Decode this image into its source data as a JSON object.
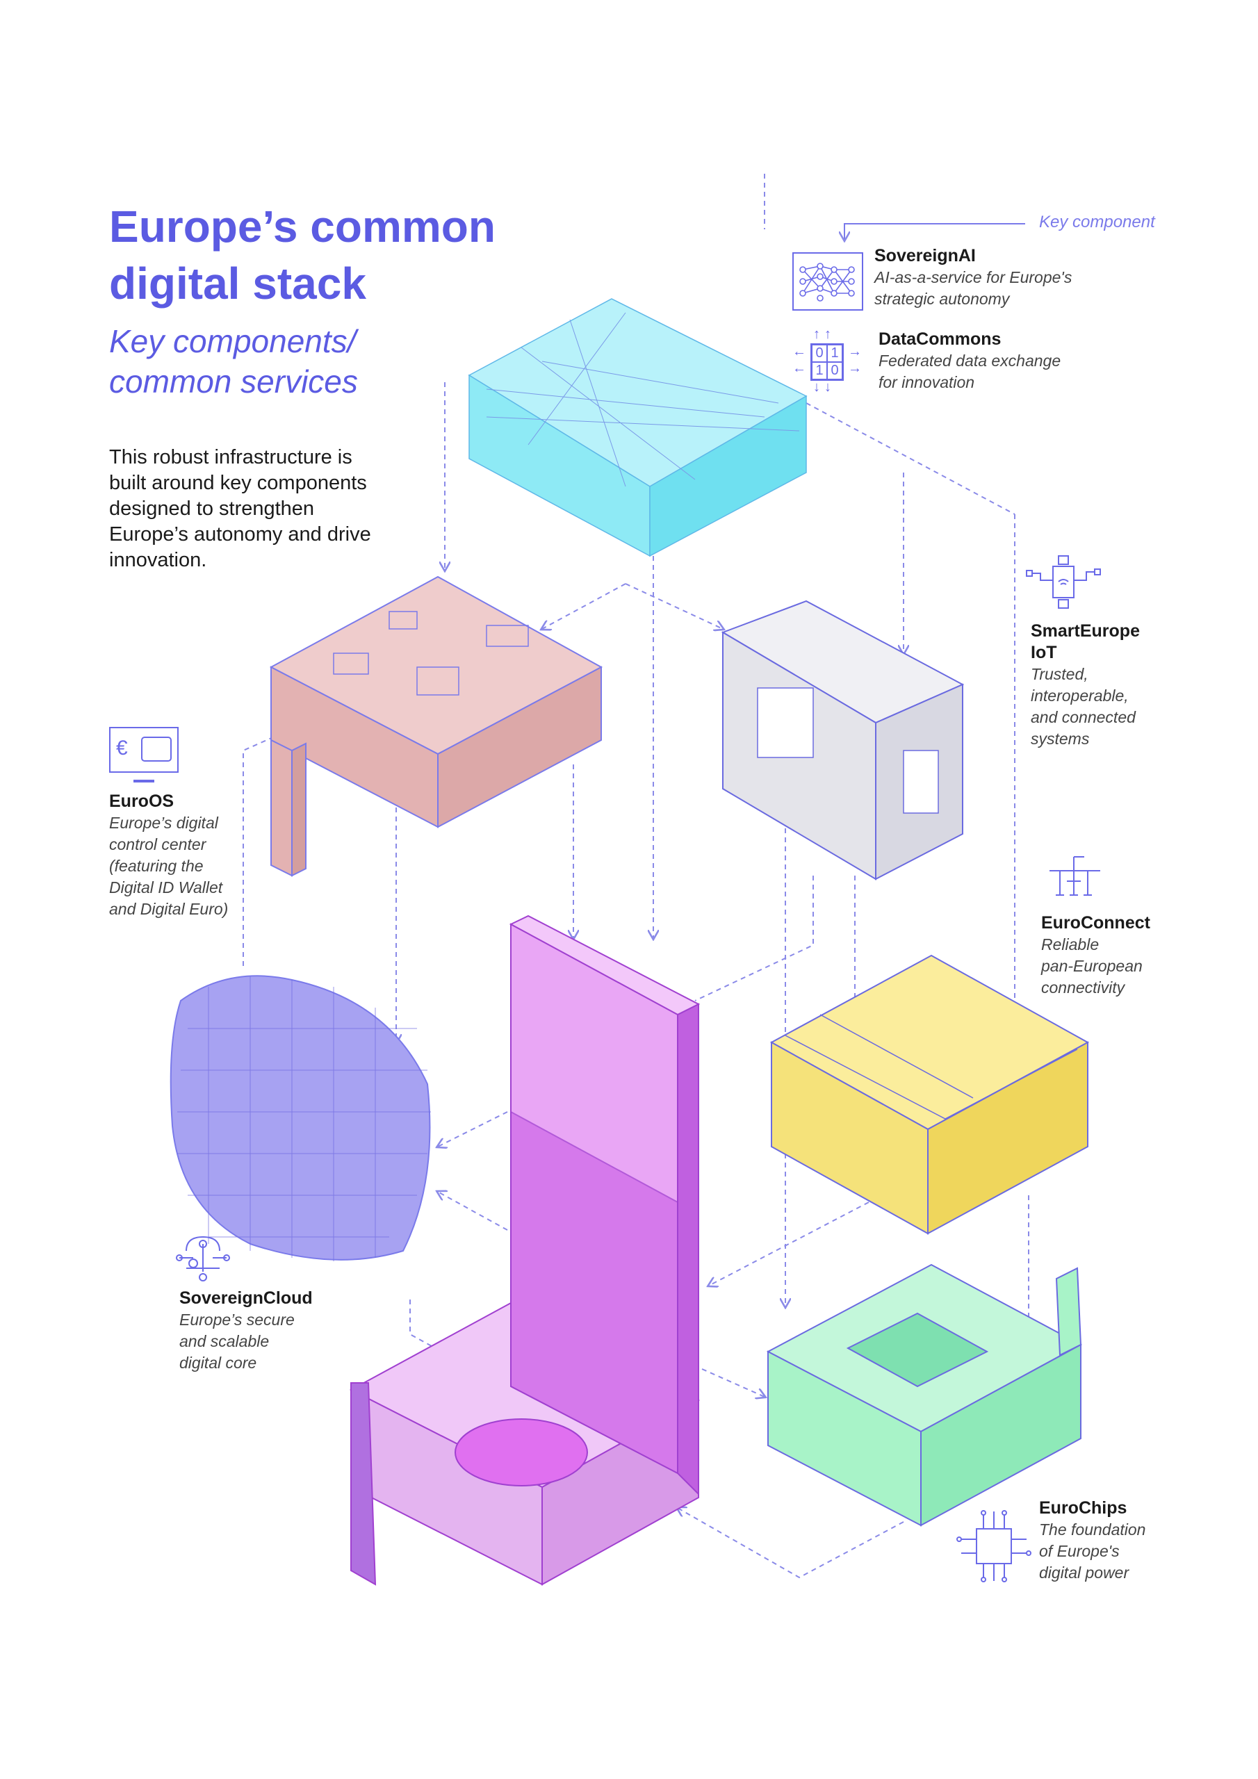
{
  "header": {
    "title_line1": "Europe’s common",
    "title_line2": "digital stack",
    "subtitle_line1": "Key components/",
    "subtitle_line2": "common services",
    "intro": "This robust infrastructure is built around key components designed to strengthen Europe’s autonomy and drive innovation."
  },
  "legend": {
    "key_component": "Key component"
  },
  "components": {
    "sovereign_ai": {
      "name": "SovereignAI",
      "desc1": "AI-as-a-service for Europe's",
      "desc2": "strategic autonomy"
    },
    "data_commons": {
      "name": "DataCommons",
      "desc1": "Federated data exchange",
      "desc2": "for innovation",
      "icon_digits": [
        "0",
        "1",
        "1",
        "0"
      ]
    },
    "smart_europe": {
      "name1": "SmartEurope",
      "name2": "IoT",
      "desc": [
        "Trusted,",
        "interoperable,",
        "and connected",
        "systems"
      ]
    },
    "euro_os": {
      "name": "EuroOS",
      "desc": [
        "Europe’s digital",
        "control center",
        "(featuring the",
        "Digital ID Wallet",
        "and Digital Euro)"
      ],
      "icon_symbol": "€"
    },
    "euro_connect": {
      "name": "EuroConnect",
      "desc": [
        "Reliable",
        "pan-European",
        "connectivity"
      ]
    },
    "sovereign_cloud": {
      "name": "SovereignCloud",
      "desc": [
        "Europe’s secure",
        "and scalable",
        "digital core"
      ]
    },
    "euro_chips": {
      "name": "EuroChips",
      "desc": [
        "The foundation",
        "of Europe's",
        "digital power"
      ]
    }
  },
  "colors": {
    "accent": "#5b5be2",
    "ai_layer": "#8eeaf5",
    "os_layer": "#e8bcbc",
    "iot_layer": "#e4e4ea",
    "cloud_layer": "#a7a2f2",
    "tower": "#e9a6f5",
    "connect_layer": "#f5e27a",
    "chips_layer": "#a8f3c8"
  }
}
